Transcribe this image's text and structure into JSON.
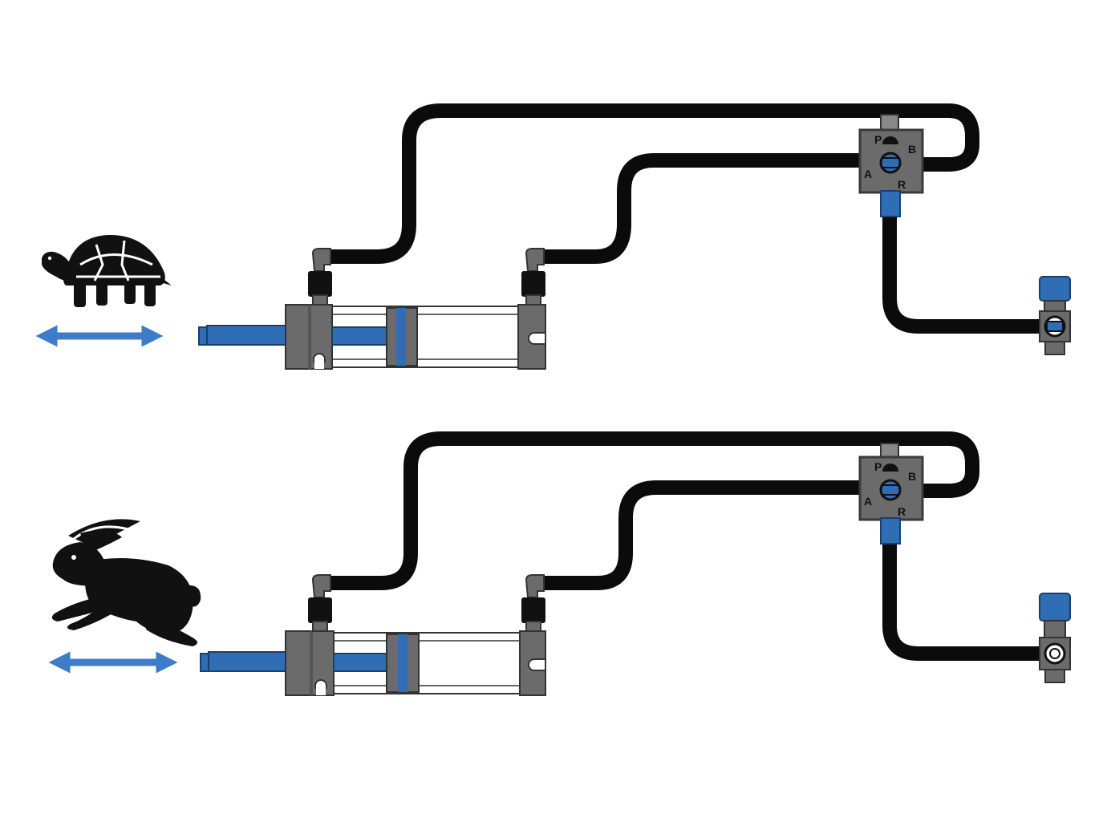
{
  "colors": {
    "hose": "#0b0b0b",
    "metal": "#6b6b6b",
    "metal_dark": "#3a3a3a",
    "accent_blue": "#2f6db5",
    "arrow_blue": "#3d7cc9",
    "background": "#ffffff"
  },
  "circuits": [
    {
      "speed_icon": "turtle-icon",
      "speed_meaning": "slow",
      "motion_icon": "double-arrow-icon",
      "valve_ports": {
        "p": "P",
        "a": "A",
        "b": "B",
        "r": "R"
      },
      "flow_control": "throttled"
    },
    {
      "speed_icon": "rabbit-icon",
      "speed_meaning": "fast",
      "motion_icon": "double-arrow-icon",
      "valve_ports": {
        "p": "P",
        "a": "A",
        "b": "B",
        "r": "R"
      },
      "flow_control": "open"
    }
  ]
}
